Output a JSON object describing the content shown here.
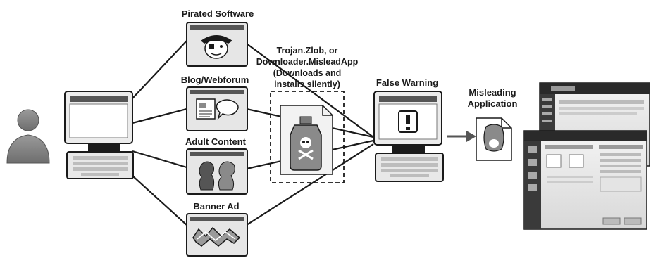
{
  "sources": {
    "pirated": "Pirated Software",
    "blog": "Blog/Webforum",
    "adult": "Adult Content",
    "banner": "Banner Ad"
  },
  "payload": {
    "lines": [
      "Trojan.Zlob, or",
      "Downloader.MisleadApp",
      "(Downloads and",
      "installs silently)"
    ]
  },
  "warning": {
    "label": "False Warning"
  },
  "misleading": {
    "lines": [
      "Misleading",
      "Application"
    ]
  },
  "colors": {
    "ink": "#1a1a1a",
    "frame": "#e6e6e6",
    "bar": "#555555",
    "user": "#8a8a8a",
    "bottle": "#7a7a7a"
  },
  "icons": {
    "user": "user-icon",
    "pirate": "pirate-icon",
    "blog": "blog-icon",
    "adult": "adult-content-icon",
    "banner": "banner-icon",
    "skull": "poison-bottle-icon",
    "warning": "exclamation-icon",
    "app": "misleading-app-icon"
  }
}
